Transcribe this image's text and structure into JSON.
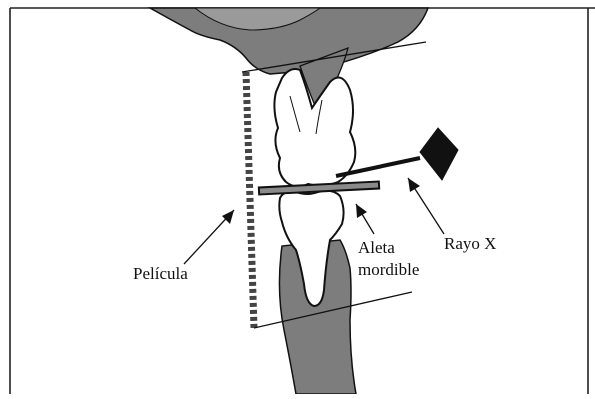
{
  "labels": {
    "film": "Película",
    "tab_line1": "Aleta",
    "tab_line2": "mordible",
    "xray": "Rayo X"
  },
  "colors": {
    "bone": "#7d7d7d",
    "tooth": "#ffffff",
    "outline": "#111111",
    "frame": "#222222"
  }
}
